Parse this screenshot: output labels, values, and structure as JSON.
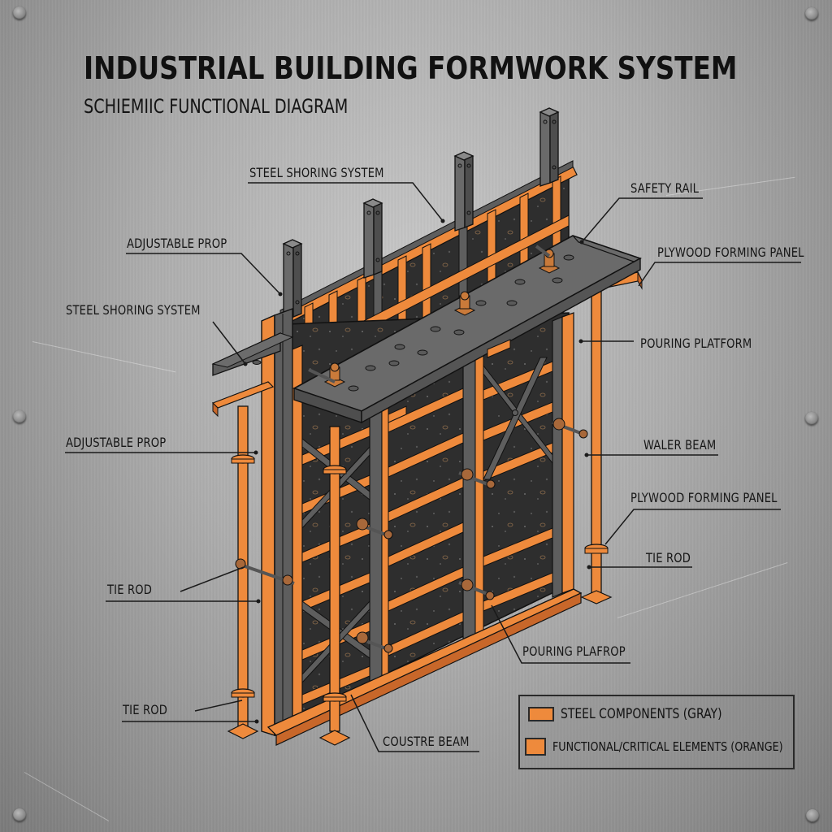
{
  "header": {
    "title": "INDUSTRIAL BUILDING FORMWORK SYSTEM",
    "subtitle": "SCHIEMIIC FUNCTIONAL DIAGRAM"
  },
  "labels": {
    "steel_shoring_top": "STEEL SHORING SYSTEM",
    "adjustable_prop_top": "ADJUSTABLE PROP",
    "steel_shoring_left": "STEEL SHORING SYSTEM",
    "safety_rail": "SAFETY RAIL",
    "plywood_panel_top": "PLYWOOD FORMING PANEL",
    "pouring_platform": "POURING PLATFORM",
    "adjustable_prop_left": "ADJUSTABLE PROP",
    "waler_beam": "WALER BEAM",
    "plywood_panel_right": "PLYWOOD FORMING PANEL",
    "tie_rod_right": "TIE ROD",
    "tie_rod_left": "TIE ROD",
    "tie_rod_bottom": "TIE ROD",
    "pouring_plafrop": "POURING PLAFROP",
    "coustre_beam": "COUSTRE BEAM"
  },
  "legend": {
    "items": [
      {
        "label": "STEEL COMPONENTS (GRAY)",
        "swatch_color": "#ee8a3c"
      },
      {
        "label": "FUNCTIONAL/CRITICAL ELEMENTS (ORANGE)",
        "swatch_color": "#ee8a3c"
      }
    ]
  },
  "colors": {
    "orange": "#ee8a3c",
    "steel": "#5e5e5e",
    "panel": "#2f2f2f",
    "background": "#a8a8a8",
    "ink": "#161616"
  }
}
